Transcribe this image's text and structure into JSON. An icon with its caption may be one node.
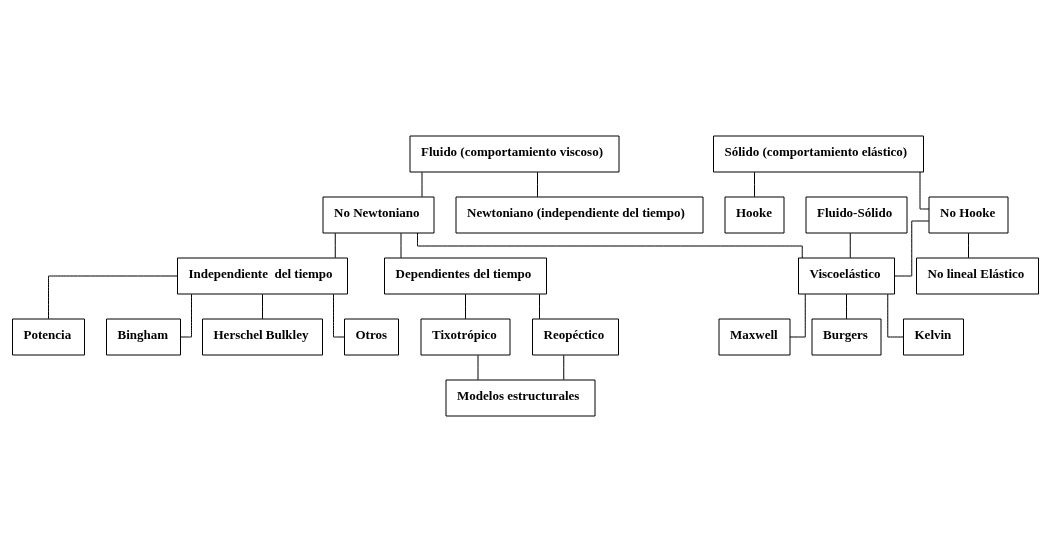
{
  "diagram": {
    "nodes": [
      {
        "text": [
          "Fluido (comportamiento viscoso)"
        ]
      },
      {
        "text": [
          "Sólido (comportamiento elástico)"
        ]
      },
      {
        "text": [
          "Newtoniano (independiente del tiempo)"
        ]
      },
      {
        "text": [
          "No Newtoniano"
        ]
      },
      {
        "text": [
          "No Hooke"
        ]
      },
      {
        "text": [
          "Hooke"
        ]
      },
      {
        "text": [
          "Fluido-Sólido"
        ]
      },
      {
        "text": [
          "No lineal Elástico"
        ]
      },
      {
        "text": [
          "Dependientes del tiempo"
        ]
      },
      {
        "text": [
          "Viscoelástico"
        ]
      },
      {
        "text": [
          "Reopéctico"
        ]
      },
      {
        "text": [
          "Tixotrópico"
        ]
      },
      {
        "text": [
          "Maxwell"
        ]
      },
      {
        "text": [
          "Burgers"
        ]
      },
      {
        "text": [
          "Kelvin"
        ]
      },
      {
        "text": [
          "Modelos estructurales"
        ]
      },
      {
        "text": [
          "Independiente  del tiempo"
        ]
      },
      {
        "text": [
          "Potencia"
        ]
      },
      {
        "text": [
          "Bingham"
        ]
      },
      {
        "text": [
          "Herschel Bulkley"
        ]
      },
      {
        "text": [
          "Otros"
        ]
      }
    ],
    "edges": [
      {
        "from": 0,
        "to": 2,
        "arrow": "none"
      },
      {
        "from": 0,
        "to": 3,
        "arrow": "none"
      },
      {
        "from": 1,
        "to": 4,
        "arrow": "none"
      },
      {
        "from": 1,
        "to": 5,
        "arrow": "none"
      },
      {
        "from": 3,
        "to": 8,
        "arrow": "none"
      },
      {
        "from": 3,
        "to": 16,
        "arrow": "none"
      },
      {
        "from": 3,
        "to": 9,
        "arrow": "none"
      },
      {
        "from": 4,
        "to": 9,
        "arrow": "none"
      },
      {
        "from": 4,
        "to": 7,
        "arrow": "none"
      },
      {
        "from": 6,
        "to": 9,
        "arrow": "none"
      },
      {
        "from": 8,
        "to": 10,
        "arrow": "none"
      },
      {
        "from": 8,
        "to": 11,
        "arrow": "none"
      },
      {
        "from": 10,
        "to": 15,
        "arrow": "none"
      },
      {
        "from": 11,
        "to": 15,
        "arrow": "none"
      },
      {
        "from": 9,
        "to": 12,
        "arrow": "none"
      },
      {
        "from": 9,
        "to": 13,
        "arrow": "none"
      },
      {
        "from": 9,
        "to": 14,
        "arrow": "none"
      },
      {
        "from": 16,
        "to": 17,
        "arrow": "none"
      },
      {
        "from": 16,
        "to": 18,
        "arrow": "none"
      },
      {
        "from": 16,
        "to": 19,
        "arrow": "none"
      },
      {
        "from": 16,
        "to": 20,
        "arrow": "none"
      }
    ]
  }
}
